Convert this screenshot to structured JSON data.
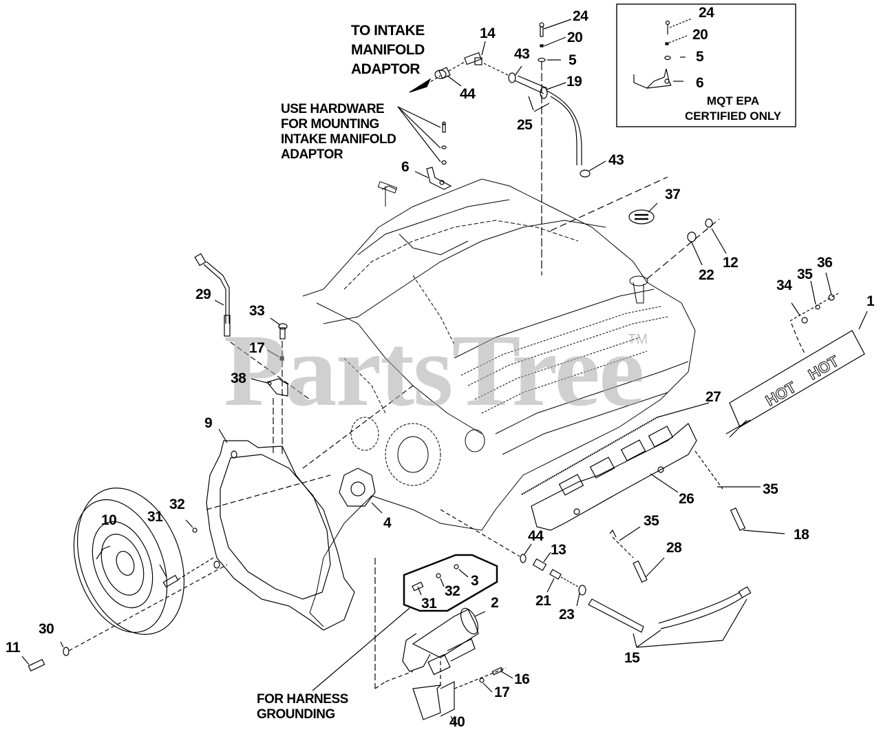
{
  "diagram": {
    "title": "Engine Assembly Parts Diagram",
    "watermark": "PartsTree",
    "watermark_tm": "TM",
    "notes": {
      "intake_adaptor": "TO INTAKE\nMANIFOLD\nADAPTOR",
      "hardware": "USE HARDWARE\nFOR MOUNTING\nINTAKE MANIFOLD\nADAPTOR",
      "harness": "FOR HARNESS\nGROUNDING"
    },
    "inset": {
      "caption": "MQT EPA\nCERTIFIED ONLY",
      "labels": [
        "24",
        "20",
        "5",
        "6"
      ]
    },
    "heat_shield_text": [
      "HOT",
      "HOT"
    ],
    "callouts": [
      {
        "id": "c14",
        "text": "14"
      },
      {
        "id": "c24",
        "text": "24"
      },
      {
        "id": "c20",
        "text": "20"
      },
      {
        "id": "c5",
        "text": "5"
      },
      {
        "id": "c43a",
        "text": "43"
      },
      {
        "id": "c19",
        "text": "19"
      },
      {
        "id": "c44a",
        "text": "44"
      },
      {
        "id": "c25",
        "text": "25"
      },
      {
        "id": "c6",
        "text": "6"
      },
      {
        "id": "c43b",
        "text": "43"
      },
      {
        "id": "c37",
        "text": "37"
      },
      {
        "id": "c22",
        "text": "22"
      },
      {
        "id": "c12",
        "text": "12"
      },
      {
        "id": "c34",
        "text": "34"
      },
      {
        "id": "c35a",
        "text": "35"
      },
      {
        "id": "c36",
        "text": "36"
      },
      {
        "id": "c1",
        "text": "1"
      },
      {
        "id": "c29",
        "text": "29"
      },
      {
        "id": "c33",
        "text": "33"
      },
      {
        "id": "c17a",
        "text": "17"
      },
      {
        "id": "c38",
        "text": "38"
      },
      {
        "id": "c27",
        "text": "27"
      },
      {
        "id": "c9",
        "text": "9"
      },
      {
        "id": "c4",
        "text": "4"
      },
      {
        "id": "c26",
        "text": "26"
      },
      {
        "id": "c35b",
        "text": "35"
      },
      {
        "id": "c18",
        "text": "18"
      },
      {
        "id": "c10",
        "text": "10"
      },
      {
        "id": "c31a",
        "text": "31"
      },
      {
        "id": "c32a",
        "text": "32"
      },
      {
        "id": "c44b",
        "text": "44"
      },
      {
        "id": "c13",
        "text": "13"
      },
      {
        "id": "c35c",
        "text": "35"
      },
      {
        "id": "c28",
        "text": "28"
      },
      {
        "id": "c3",
        "text": "3"
      },
      {
        "id": "c32b",
        "text": "32"
      },
      {
        "id": "c31b",
        "text": "31"
      },
      {
        "id": "c21",
        "text": "21"
      },
      {
        "id": "c23",
        "text": "23"
      },
      {
        "id": "c2",
        "text": "2"
      },
      {
        "id": "c15",
        "text": "15"
      },
      {
        "id": "c30",
        "text": "30"
      },
      {
        "id": "c11",
        "text": "11"
      },
      {
        "id": "c16",
        "text": "16"
      },
      {
        "id": "c17b",
        "text": "17"
      },
      {
        "id": "c40",
        "text": "40"
      }
    ]
  }
}
